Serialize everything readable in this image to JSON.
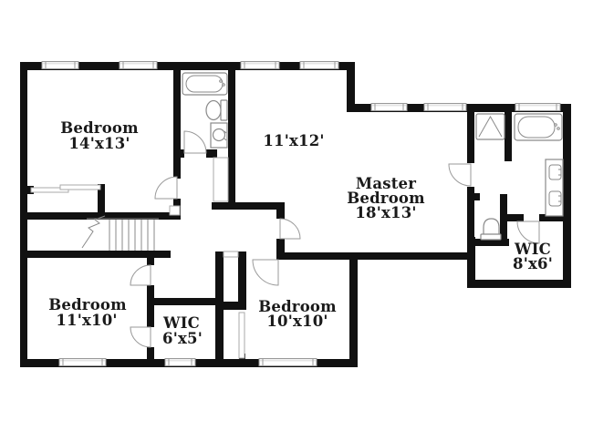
{
  "image_type": "residential-floor-plan-second-story",
  "colors": {
    "background": "#ffffff",
    "wall": "#111111",
    "fixture_line": "#8a8a8a",
    "window_line": "#999999",
    "label_text": "#1a1a1a"
  },
  "rooms": [
    {
      "id": "bedroom-1",
      "label_lines": [
        "Bedroom",
        "14'x13'"
      ]
    },
    {
      "id": "sitting-area",
      "label_lines": [
        "11'x12'"
      ]
    },
    {
      "id": "master-bedroom",
      "label_lines": [
        "Master",
        "Bedroom",
        "18'x13'"
      ]
    },
    {
      "id": "bedroom-2",
      "label_lines": [
        "Bedroom",
        "11'x10'"
      ]
    },
    {
      "id": "wic-1",
      "label_lines": [
        "WIC",
        "6'x5'"
      ]
    },
    {
      "id": "bedroom-3",
      "label_lines": [
        "Bedroom",
        "10'x10'"
      ]
    },
    {
      "id": "wic-2",
      "label_lines": [
        "WIC",
        "8'x6'"
      ]
    }
  ],
  "fixtures": {
    "hall_bathroom": [
      "bathtub",
      "toilet",
      "vanity-sink"
    ],
    "master_bathroom": [
      "shower",
      "bathtub",
      "double-vanity",
      "toilet"
    ],
    "circulation": [
      "staircase"
    ]
  },
  "features": {
    "window_count": 10,
    "door_count": 8,
    "closets": [
      "bedroom-1-sliding-closet",
      "hall-linen-closet",
      "bedroom-3-closet"
    ]
  }
}
